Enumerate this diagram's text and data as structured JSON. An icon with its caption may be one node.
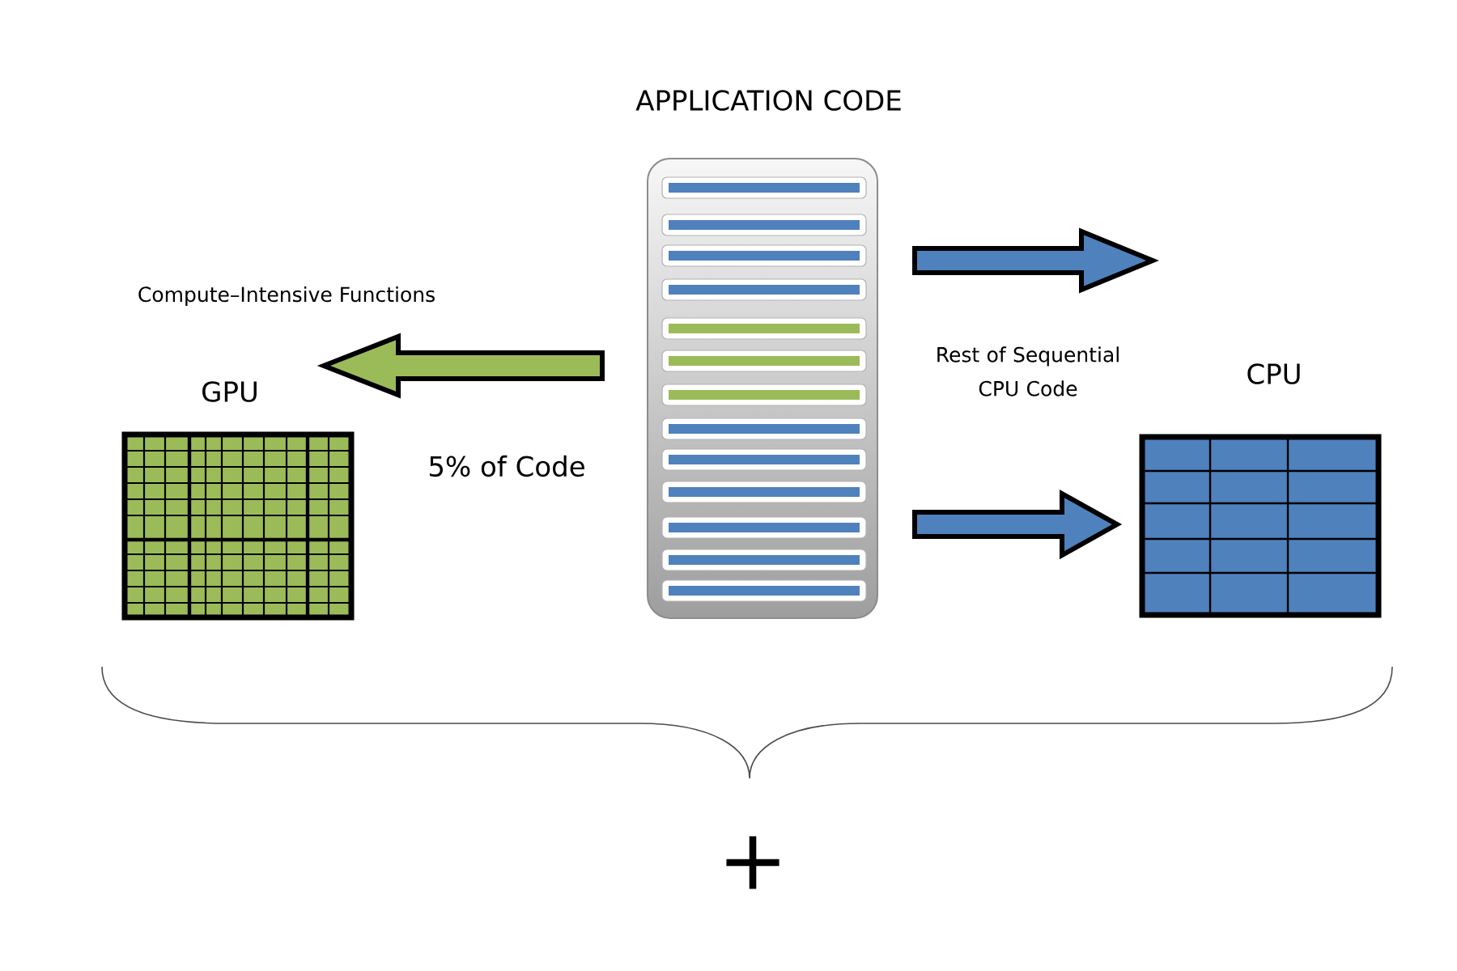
{
  "diagram": {
    "nodes": [
      {
        "text": [
          "APPLICATION CODE"
        ]
      },
      {
        "text": [
          "GPU"
        ]
      },
      {
        "text": [
          "CPU"
        ]
      }
    ],
    "edges": [
      {
        "from": 0,
        "to": 1,
        "arrow": "to",
        "color": "#9bbb59"
      },
      {
        "from": 0,
        "to": null,
        "arrow": "to"
      },
      {
        "from": 0,
        "to": 2,
        "arrow": "to"
      }
    ],
    "labels": [
      "Compute–Intensive Functions",
      "5% of Code",
      "Rest of Sequential CPU Code",
      "+"
    ]
  }
}
